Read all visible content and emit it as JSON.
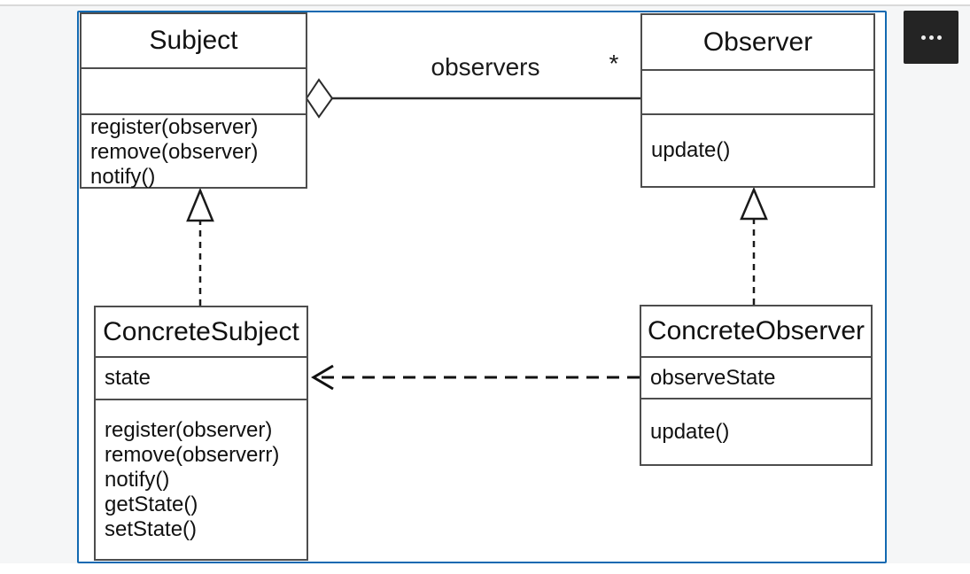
{
  "toolbar": {
    "more_options_icon": "ellipsis-horizontal"
  },
  "diagram": {
    "classes": [
      {
        "id": "subject",
        "name": "Subject",
        "attributes": [],
        "methods": [
          "register(observer)",
          "remove(observer)",
          "notify()"
        ]
      },
      {
        "id": "observer",
        "name": "Observer",
        "attributes": [],
        "methods": [
          "update()"
        ]
      },
      {
        "id": "concrete_subject",
        "name": "ConcreteSubject",
        "attributes": [
          "state"
        ],
        "methods": [
          "register(observer)",
          "remove(observerr)",
          "notify()",
          "getState()",
          "setState()"
        ]
      },
      {
        "id": "concrete_observer",
        "name": "ConcreteObserver",
        "attributes": [
          "observeState"
        ],
        "methods": [
          "update()"
        ]
      }
    ],
    "relationships": [
      {
        "type": "aggregation",
        "from": "Subject",
        "to": "Observer",
        "label": "observers",
        "multiplicity": "*"
      },
      {
        "type": "generalization",
        "from": "ConcreteSubject",
        "to": "Subject"
      },
      {
        "type": "generalization",
        "from": "ConcreteObserver",
        "to": "Observer"
      },
      {
        "type": "dependency",
        "from": "ConcreteObserver",
        "to": "ConcreteSubject"
      }
    ]
  },
  "colors": {
    "container_border": "#1269b1",
    "page_band": "#f5f6f7",
    "top_divider": "#d9d9d9",
    "box_border": "#4d4d4d",
    "line": "#2b2b2b",
    "more_button_bg": "#242424",
    "more_button_dots": "#ededed"
  }
}
